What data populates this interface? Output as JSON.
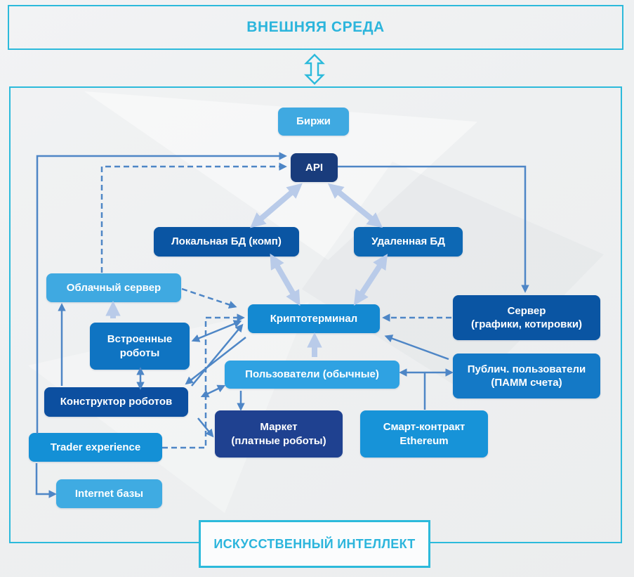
{
  "diagram": {
    "top_banner": "ВНЕШНЯЯ СРЕДА",
    "bottom_banner": "ИСКУССТВЕННЫЙ ИНТЕЛЛЕКТ",
    "nodes": {
      "exchanges": {
        "label": "Биржи",
        "color": "#3FA9E1"
      },
      "api": {
        "label": "API",
        "color": "#193C7C"
      },
      "local_db": {
        "label": "Локальная БД (комп)",
        "color": "#0A55A3"
      },
      "remote_db": {
        "label": "Удаленная БД",
        "color": "#0D68B4"
      },
      "cloud_server": {
        "label": "Облачный сервер",
        "color": "#3FA9E1"
      },
      "embedded_robots": {
        "label": "Встроенные\nроботы",
        "color": "#0F74C2"
      },
      "cryptoterminal": {
        "label": "Криптотерминал",
        "color": "#1489D1"
      },
      "server_quotes": {
        "label": "Сервер\n(графики, котировки)",
        "color": "#0A55A3"
      },
      "regular_users": {
        "label": "Пользователи (обычные)",
        "color": "#2FA2E2"
      },
      "public_users": {
        "label": "Публич. пользователи\n(ПАММ счета)",
        "color": "#1479C6"
      },
      "robot_constructor": {
        "label": "Конструктор роботов",
        "color": "#0C4FA0"
      },
      "market": {
        "label": "Маркет\n(платные роботы)",
        "color": "#1F4190"
      },
      "smart_contract": {
        "label": "Смарт-контракт\nEthereum",
        "color": "#1793D8"
      },
      "trader_experience": {
        "label": "Trader experience",
        "color": "#1490D6"
      },
      "internet_bases": {
        "label": "Internet базы",
        "color": "#3FABE2"
      }
    },
    "colors": {
      "accent_cyan": "#2CBADB",
      "arrow_blue": "#4E86C6",
      "arrow_light": "#B9CBE9",
      "background": "#EEF0F1",
      "node_text": "#FFFFFF"
    }
  }
}
